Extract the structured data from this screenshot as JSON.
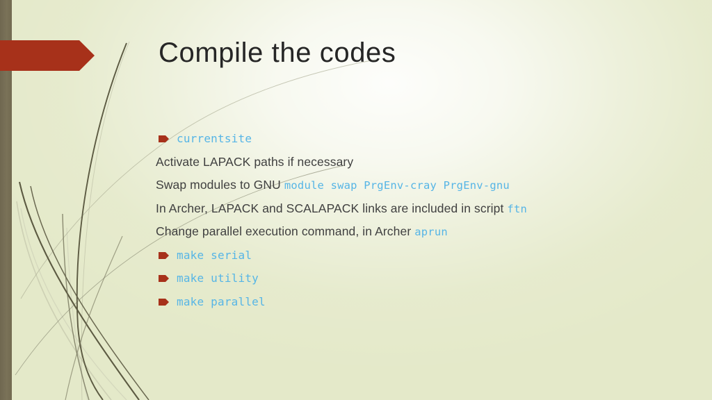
{
  "slide": {
    "title": "Compile the codes",
    "theme": {
      "background_color": "#e4e9c9",
      "left_band_color": "#756b4e",
      "banner_color": "#a7311a",
      "title_color": "#262626",
      "body_text_color": "#404040",
      "code_color": "#56b5e6",
      "wisp_color": "#5c5a42"
    },
    "banner": {
      "icon": "arrow-banner-shape"
    },
    "body_lines": [
      {
        "id": "line-currentsite",
        "bulleted": true,
        "bullet_icon": "arrow-bullet-icon",
        "segments": [
          {
            "type": "code",
            "text": "currentsite"
          }
        ]
      },
      {
        "id": "line-activate-lapack",
        "bulleted": false,
        "segments": [
          {
            "type": "text",
            "text": "Activate LAPACK paths if necessary"
          }
        ]
      },
      {
        "id": "line-swap-modules",
        "bulleted": false,
        "segments": [
          {
            "type": "text",
            "text": "Swap modules to GNU "
          },
          {
            "type": "code",
            "text": "module swap PrgEnv-cray PrgEnv-gnu"
          }
        ]
      },
      {
        "id": "line-archer-links",
        "bulleted": false,
        "segments": [
          {
            "type": "text",
            "text": "In Archer, LAPACK and SCALAPACK links are included in script "
          },
          {
            "type": "code",
            "text": "ftn"
          }
        ]
      },
      {
        "id": "line-parallel-exec",
        "bulleted": false,
        "segments": [
          {
            "type": "text",
            "text": "Change parallel execution command, in Archer "
          },
          {
            "type": "code",
            "text": "aprun"
          }
        ]
      },
      {
        "id": "line-make-serial",
        "bulleted": true,
        "bullet_icon": "arrow-bullet-icon",
        "segments": [
          {
            "type": "code",
            "text": "make serial"
          }
        ]
      },
      {
        "id": "line-make-utility",
        "bulleted": true,
        "bullet_icon": "arrow-bullet-icon",
        "segments": [
          {
            "type": "code",
            "text": "make utility"
          }
        ]
      },
      {
        "id": "line-make-parallel",
        "bulleted": true,
        "bullet_icon": "arrow-bullet-icon",
        "segments": [
          {
            "type": "code",
            "text": "make parallel"
          }
        ]
      }
    ]
  }
}
